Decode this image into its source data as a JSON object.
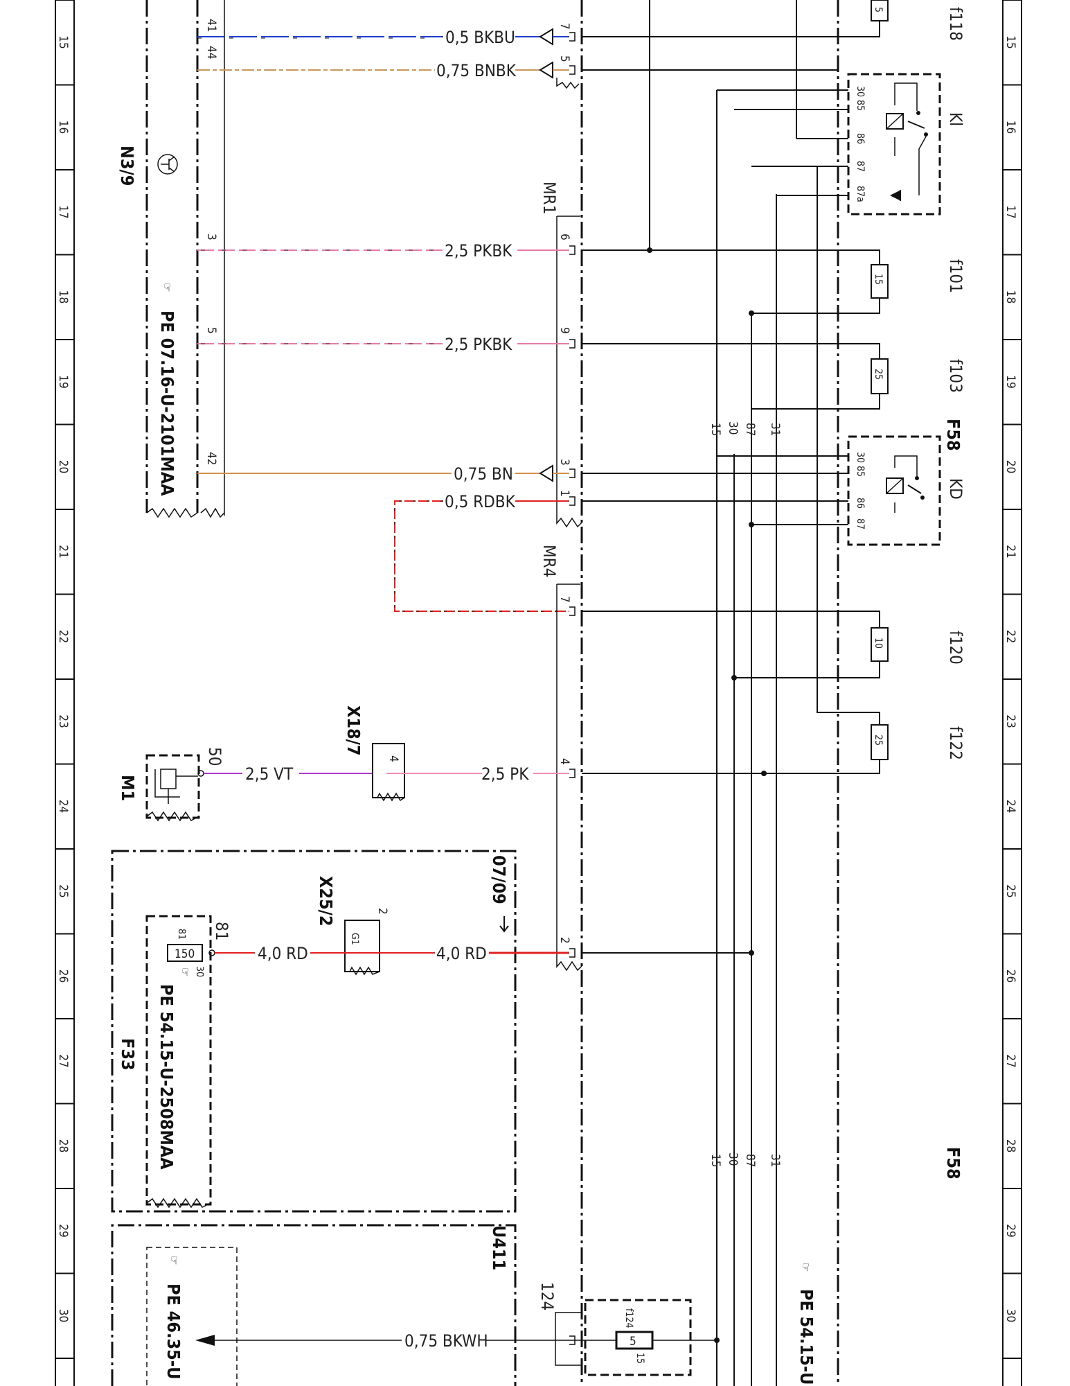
{
  "rows": [
    "15",
    "16",
    "17",
    "18",
    "19",
    "20",
    "21",
    "22",
    "23",
    "24",
    "25",
    "26",
    "27",
    "28",
    "29",
    "30"
  ],
  "components": {
    "n3_9": "N3/9",
    "n3_9_ref": "PE 07.16-U-2101MAA",
    "m1": "M1",
    "x18_7": "X18/7",
    "x25_2": "X25/2",
    "f33": "F33",
    "f33_ref": "PE 54.15-U-2508MAA",
    "f33_fuse": "150",
    "f33_pin_top": "81",
    "f33_pin_bot": "30",
    "f33_pin_out": "81",
    "x25_2_pin": "G1",
    "x25_2_num": "2",
    "ref_07_09": "07/09",
    "u411": "U411",
    "pe_46": "PE 46.35-U",
    "pe_54": "PE 54.15-U",
    "f58": "F58",
    "f58_bottom": "F58",
    "kl": "Kl",
    "kd": "KD",
    "mr1": "MR1",
    "mr4": "MR4",
    "conn_124": "124",
    "f124": "f124",
    "f124_val": "5",
    "f124_pin": "15"
  },
  "fuses": [
    {
      "name": "f118",
      "value": "5"
    },
    {
      "name": "f101",
      "value": "15"
    },
    {
      "name": "f103",
      "value": "25"
    },
    {
      "name": "f120",
      "value": "10"
    },
    {
      "name": "f122",
      "value": "25"
    }
  ],
  "wires": [
    {
      "label": "0,5 BKBU",
      "left_pin": "41",
      "right_pin": "7",
      "color": "#1f3ccc"
    },
    {
      "label": "0,75 BNBK",
      "left_pin": "44",
      "right_pin": "5",
      "color": "#c8985a"
    },
    {
      "label": "2,5 PKBK",
      "left_pin": "3",
      "right_pin": "6",
      "color": "#e87aa6"
    },
    {
      "label": "2,5 PKBK",
      "left_pin": "5",
      "right_pin": "9",
      "color": "#e87aa6"
    },
    {
      "label": "0,75 BN",
      "left_pin": "42",
      "right_pin": "3",
      "color": "#d4914c"
    },
    {
      "label": "0,5 RDBK",
      "left_pin": "",
      "right_pin": "1",
      "color": "#e02020"
    },
    {
      "label": "",
      "left_pin": "",
      "right_pin": "7",
      "color": "#e02020"
    },
    {
      "label": "2,5 VT",
      "left_pin": "50",
      "right_pin": "4",
      "color": "#b035c8"
    },
    {
      "label": "2,5 PK",
      "left_pin": "",
      "right_pin": "4",
      "color": "#f28cb4"
    },
    {
      "label": "4,0 RD",
      "left_pin": "81",
      "right_pin": "",
      "color": "#e02020"
    },
    {
      "label": "4,0 RD",
      "left_pin": "",
      "right_pin": "2",
      "color": "#e02020"
    },
    {
      "label": "0,75 BKWH",
      "left_pin": "",
      "right_pin": "",
      "color": "#111111"
    }
  ],
  "bus": [
    "15",
    "30",
    "87",
    "31"
  ],
  "relay_pins": {
    "kl": [
      "30",
      "85",
      "86",
      "87",
      "87a"
    ],
    "kd": [
      "30",
      "85",
      "86",
      "87"
    ]
  }
}
